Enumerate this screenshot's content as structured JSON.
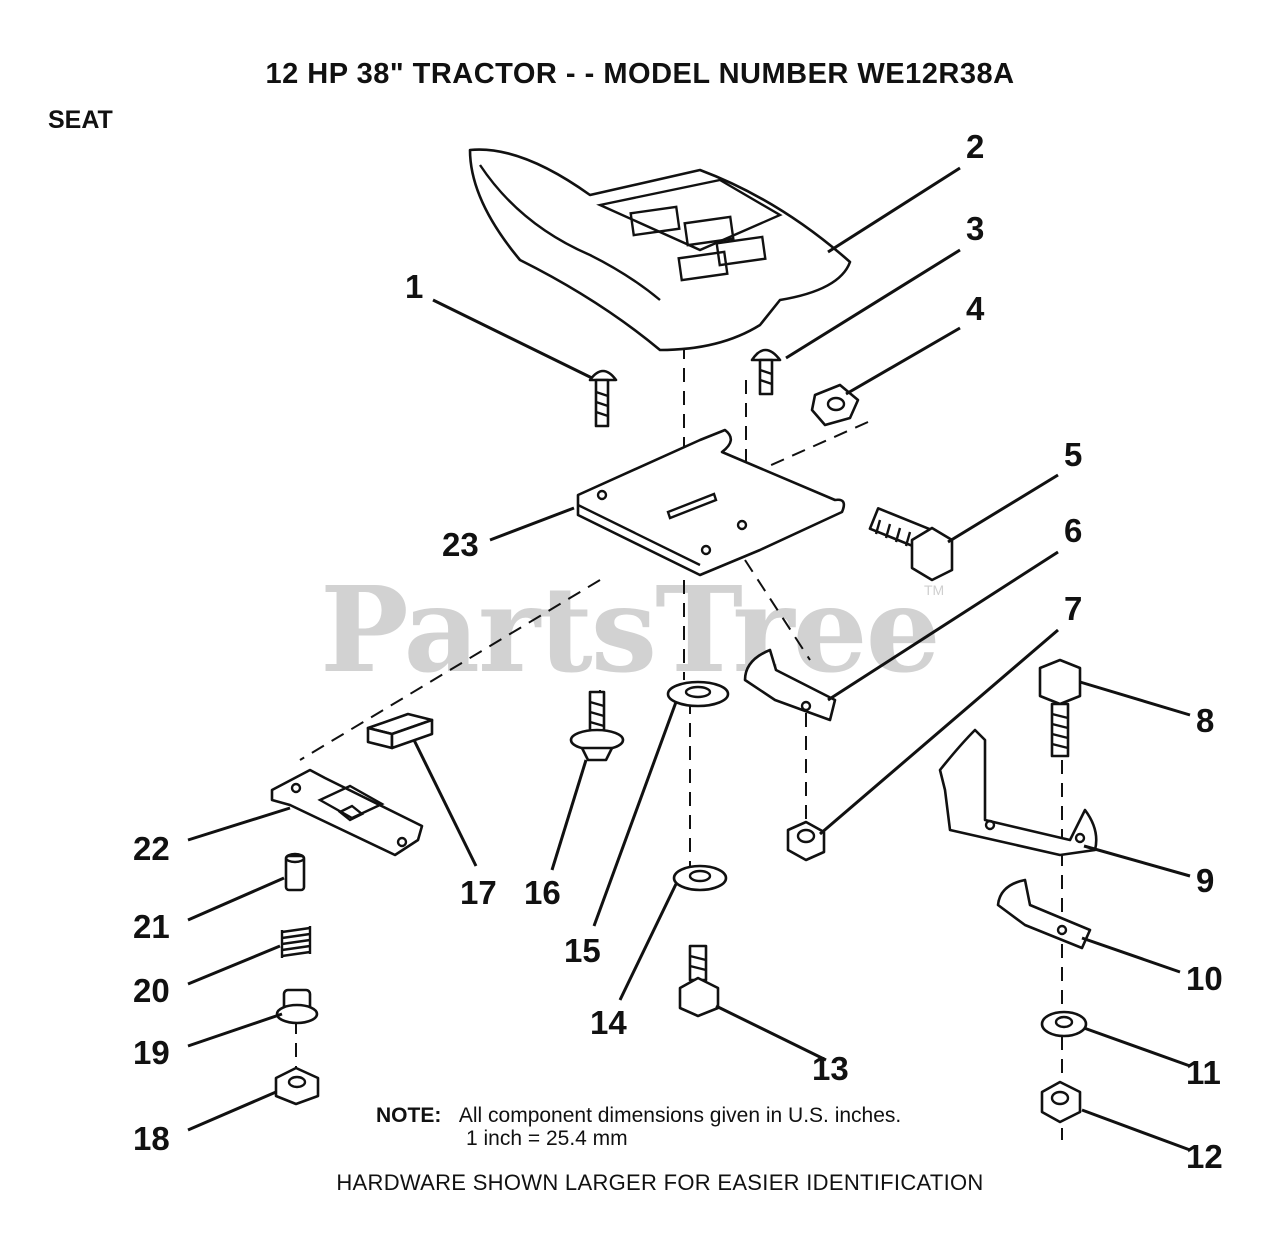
{
  "title": "12 HP 38\" TRACTOR - - MODEL NUMBER WE12R38A",
  "section": "SEAT",
  "watermark": "PartsTree",
  "watermark_tm": "TM",
  "callouts": [
    "1",
    "2",
    "3",
    "4",
    "5",
    "6",
    "7",
    "8",
    "9",
    "10",
    "11",
    "12",
    "13",
    "14",
    "15",
    "16",
    "17",
    "18",
    "19",
    "20",
    "21",
    "22",
    "23"
  ],
  "note": {
    "label": "NOTE:",
    "line1": "All component dimensions given in U.S. inches.",
    "line2": "1 inch = 25.4 mm"
  },
  "hardware_note": "HARDWARE SHOWN LARGER FOR EASIER IDENTIFICATION"
}
